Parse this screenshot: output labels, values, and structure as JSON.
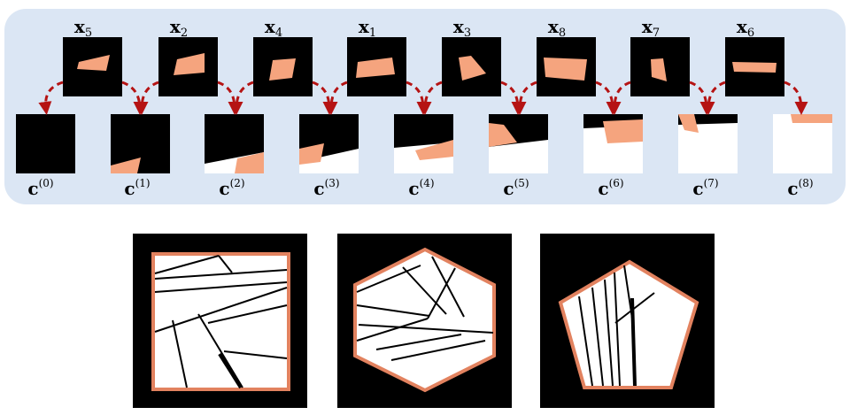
{
  "colors": {
    "panel_bg": "#dbe6f4",
    "piece": "#f5a47e",
    "arrow": "#b51313",
    "frame_border": "#e2825f",
    "canvas_black": "#000000",
    "canvas_white": "#ffffff"
  },
  "top_row": {
    "pieces": [
      {
        "letter": "x",
        "sub": "5"
      },
      {
        "letter": "x",
        "sub": "2"
      },
      {
        "letter": "x",
        "sub": "4"
      },
      {
        "letter": "x",
        "sub": "1"
      },
      {
        "letter": "x",
        "sub": "3"
      },
      {
        "letter": "x",
        "sub": "8"
      },
      {
        "letter": "x",
        "sub": "7"
      },
      {
        "letter": "x",
        "sub": "6"
      }
    ]
  },
  "bottom_row": {
    "states": [
      {
        "letter": "c",
        "sup": "(0)"
      },
      {
        "letter": "c",
        "sup": "(1)"
      },
      {
        "letter": "c",
        "sup": "(2)"
      },
      {
        "letter": "c",
        "sup": "(3)"
      },
      {
        "letter": "c",
        "sup": "(4)"
      },
      {
        "letter": "c",
        "sup": "(5)"
      },
      {
        "letter": "c",
        "sup": "(6)"
      },
      {
        "letter": "c",
        "sup": "(7)"
      },
      {
        "letter": "c",
        "sup": "(8)"
      }
    ]
  },
  "examples": [
    {
      "shape": "square"
    },
    {
      "shape": "hexagon"
    },
    {
      "shape": "pentagon"
    }
  ]
}
